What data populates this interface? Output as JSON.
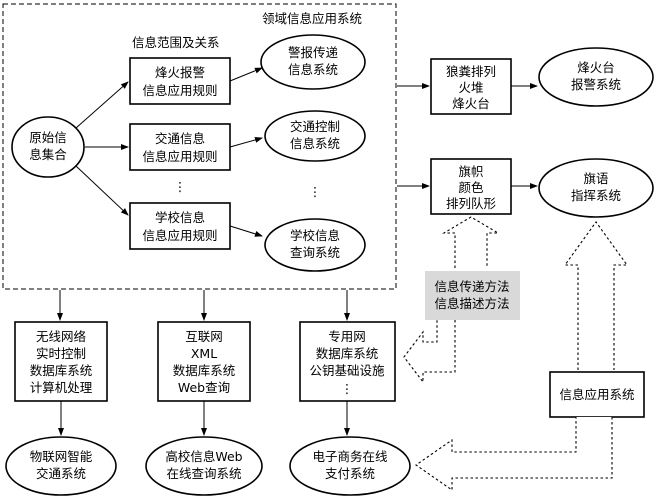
{
  "region": {
    "title": "领域信息应用系统",
    "subtitle": "信息范围及关系"
  },
  "source": {
    "line1": "原始信",
    "line2": "息集合"
  },
  "rules": {
    "fire": {
      "line1": "烽火报警",
      "line2": "信息应用规则"
    },
    "traffic": {
      "line1": "交通信息",
      "line2": "信息应用规则"
    },
    "school": {
      "line1": "学校信息",
      "line2": "信息应用规则"
    }
  },
  "systems": {
    "alarm": {
      "line1": "警报传递",
      "line2": "信息系统"
    },
    "traffic": {
      "line1": "交通控制",
      "line2": "信息系统"
    },
    "school": {
      "line1": "学校信息",
      "line2": "查询系统"
    }
  },
  "ellipsis": "⋮",
  "right": {
    "smoke": {
      "line1": "狼粪排列",
      "line2": "火堆",
      "line3": "烽火台"
    },
    "beacon": {
      "line1": "烽火台",
      "line2": "报警系统"
    },
    "flag": {
      "line1": "旗帜",
      "line2": "颜色",
      "line3": "排列队形"
    },
    "semaphore": {
      "line1": "旗语",
      "line2": "指挥系统"
    }
  },
  "methods": {
    "line1": "信息传递方法",
    "line2": "信息描述方法"
  },
  "app_system": "信息应用系统",
  "bottom": {
    "wireless": {
      "line1": "无线网络",
      "line2": "实时控制",
      "line3": "数据库系统",
      "line4": "计算机处理"
    },
    "internet": {
      "line1": "互联网",
      "line2": "XML",
      "line3": "数据库系统",
      "line4": "Web查询"
    },
    "private": {
      "line1": "专用网",
      "line2": "数据库系统",
      "line3": "公钥基础设施",
      "line4": "⋮"
    }
  },
  "outcomes": {
    "iot": {
      "line1": "物联网智能",
      "line2": "交通系统"
    },
    "university": {
      "line1": "高校信息Web",
      "line2": "在线查询系统"
    },
    "ecommerce": {
      "line1": "电子商务在线",
      "line2": "支付系统"
    }
  }
}
